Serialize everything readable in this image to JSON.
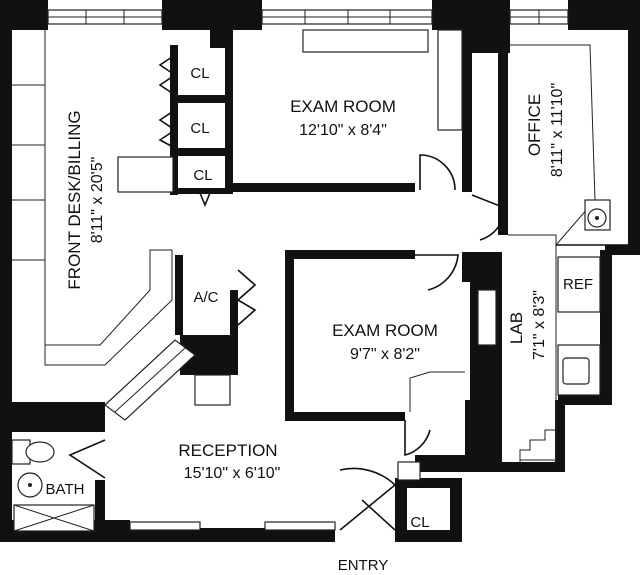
{
  "rooms": {
    "front_desk": {
      "name": "FRONT DESK/BILLING",
      "dims": "8'11\" x 20'5\""
    },
    "exam_room_1": {
      "name": "EXAM ROOM",
      "dims": "12'10\" x 8'4\""
    },
    "office": {
      "name": "OFFICE",
      "dims": "8'11\" x 11'10\""
    },
    "exam_room_2": {
      "name": "EXAM ROOM",
      "dims": "9'7\" x 8'2\""
    },
    "lab": {
      "name": "LAB",
      "dims": "7'1\" x 8'3\""
    },
    "reception": {
      "name": "RECEPTION",
      "dims": "15'10\" x 6'10\""
    }
  },
  "labels": {
    "closet_1": "CL",
    "closet_2": "CL",
    "closet_3": "CL",
    "closet_4": "CL",
    "ac": "A/C",
    "ref": "REF",
    "bath": "BATH",
    "entry": "ENTRY"
  }
}
